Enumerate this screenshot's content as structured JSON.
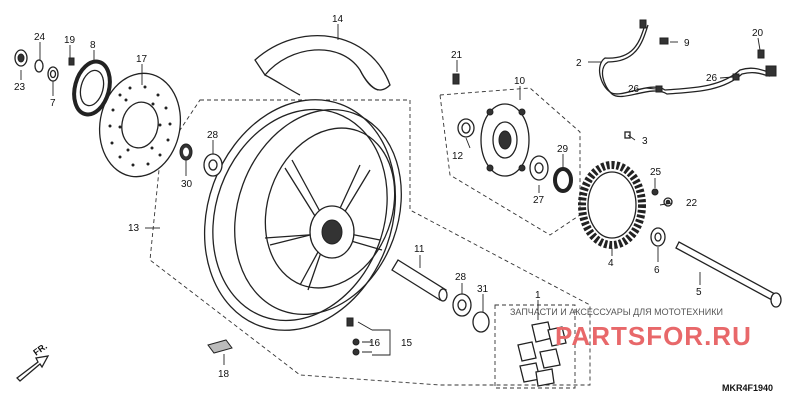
{
  "diagram": {
    "code": "MKR4F1940",
    "direction_label": "FR.",
    "watermark": {
      "caption": "ЗАПЧАСТИ И АКСЕССУАРЫ ДЛЯ МОТОТЕХНИКИ",
      "brand": "PARTSFOR.RU"
    },
    "callouts": {
      "c1": "1",
      "c2": "2",
      "c3": "3",
      "c4": "4",
      "c5": "5",
      "c6": "6",
      "c7": "7",
      "c8": "8",
      "c9": "9",
      "c10": "10",
      "c11": "11",
      "c12": "12",
      "c13": "13",
      "c14": "14",
      "c15": "15",
      "c16": "16",
      "c17": "17",
      "c18": "18",
      "c19": "19",
      "c20": "20",
      "c21": "21",
      "c22": "22",
      "c23": "23",
      "c24": "24",
      "c25": "25",
      "c26a": "26",
      "c26b": "26",
      "c27": "27",
      "c28a": "28",
      "c28b": "28",
      "c29": "29",
      "c30": "30",
      "c31": "31"
    }
  }
}
